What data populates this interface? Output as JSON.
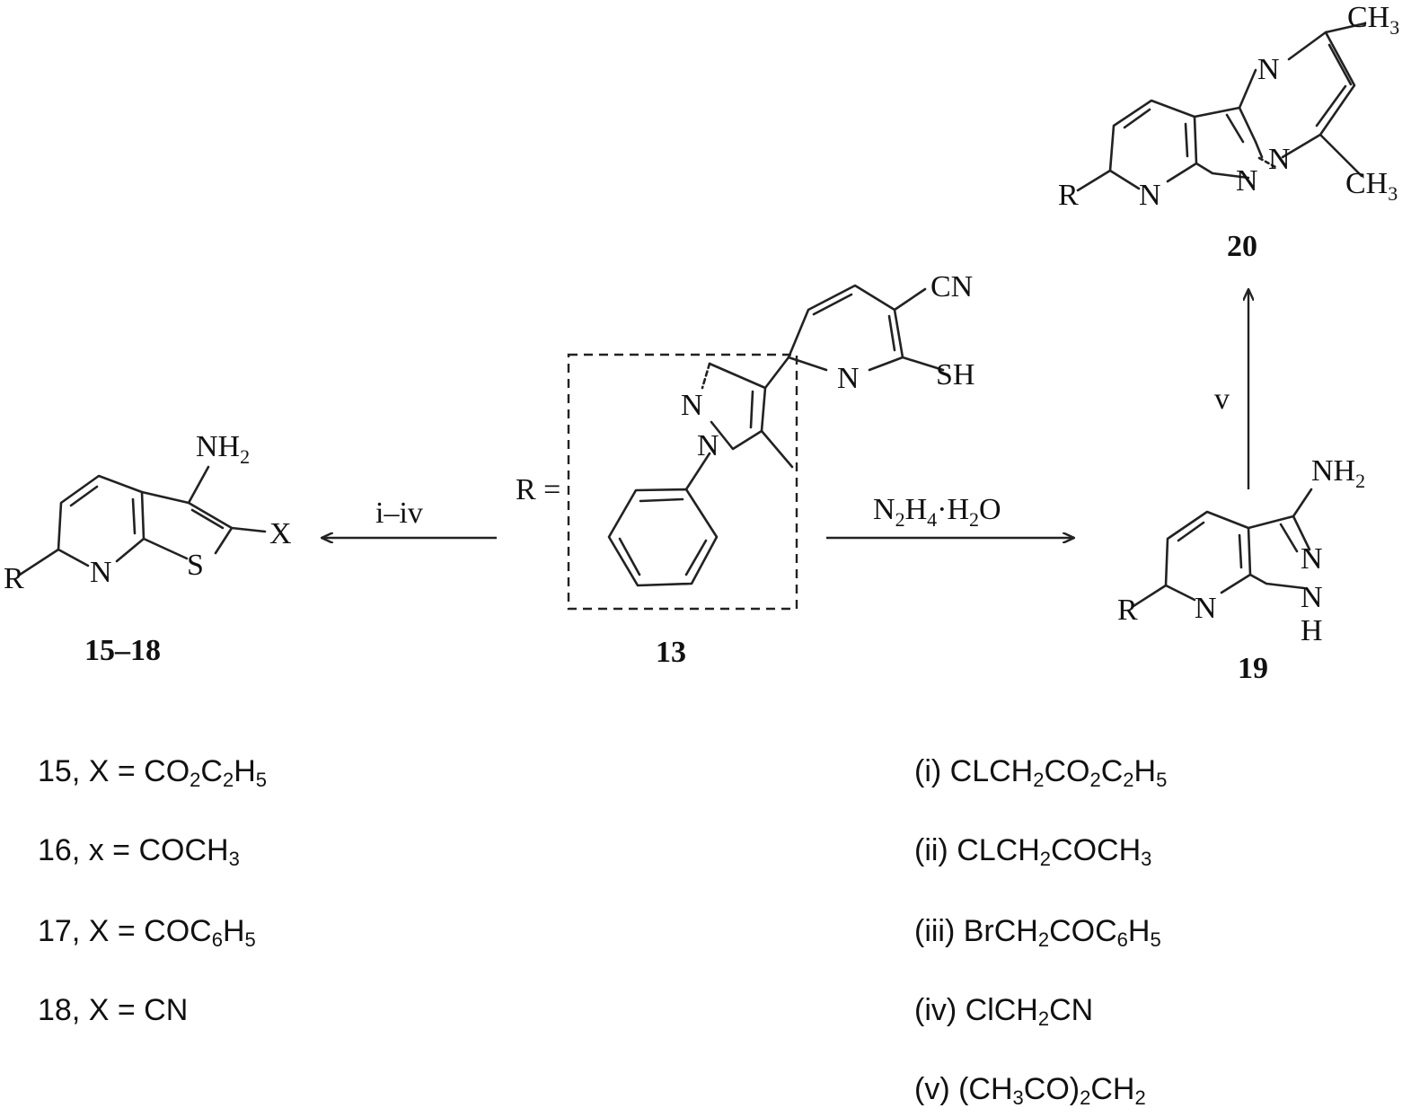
{
  "compounds": {
    "c13": "13",
    "c15_18": "15–18",
    "c19": "19",
    "c20": "20"
  },
  "atoms": {
    "R": "R",
    "R_eq": "R =",
    "N": "N",
    "S": "S",
    "H": "H",
    "X": "X",
    "CN": "CN",
    "SH": "SH",
    "NH": "NH",
    "NH_sub": "2",
    "CH": "CH",
    "CH_sub": "3"
  },
  "reagents": {
    "left_arrow": "i–iv",
    "right_arrow_a": "N",
    "right_arrow_sub1": "2",
    "right_arrow_b": "H",
    "right_arrow_sub2": "4",
    "right_arrow_c": "·H",
    "right_arrow_sub3": "2",
    "right_arrow_d": "O",
    "up_arrow": "v"
  },
  "legend_left": [
    {
      "pre": "15, X = CO",
      "s1": "2",
      "m": "C",
      "s2": "2",
      "p": "H",
      "s3": "5"
    },
    {
      "pre": "16, x = COCH",
      "s1": "3"
    },
    {
      "pre": "17, X = COC",
      "s1": "6",
      "m": "H",
      "s2": "5"
    },
    {
      "pre": "18, X = CN"
    }
  ],
  "legend_right": [
    {
      "pre": "(i) CLCH",
      "s1": "2",
      "m": "CO",
      "s2": "2",
      "p": "C",
      "s3": "2",
      "q": "H",
      "s4": "5"
    },
    {
      "pre": "(ii) CLCH",
      "s1": "2",
      "m": "COCH",
      "s2": "3"
    },
    {
      "pre": "(iii) BrCH",
      "s1": "2",
      "m": "COC",
      "s2": "6",
      "p": "H",
      "s3": "5"
    },
    {
      "pre": "(iv) ClCH",
      "s1": "2",
      "m": "CN"
    },
    {
      "pre": "(v) (CH",
      "s1": "3",
      "m": "CO)",
      "s2": "2",
      "p": "CH",
      "s3": "2"
    }
  ]
}
